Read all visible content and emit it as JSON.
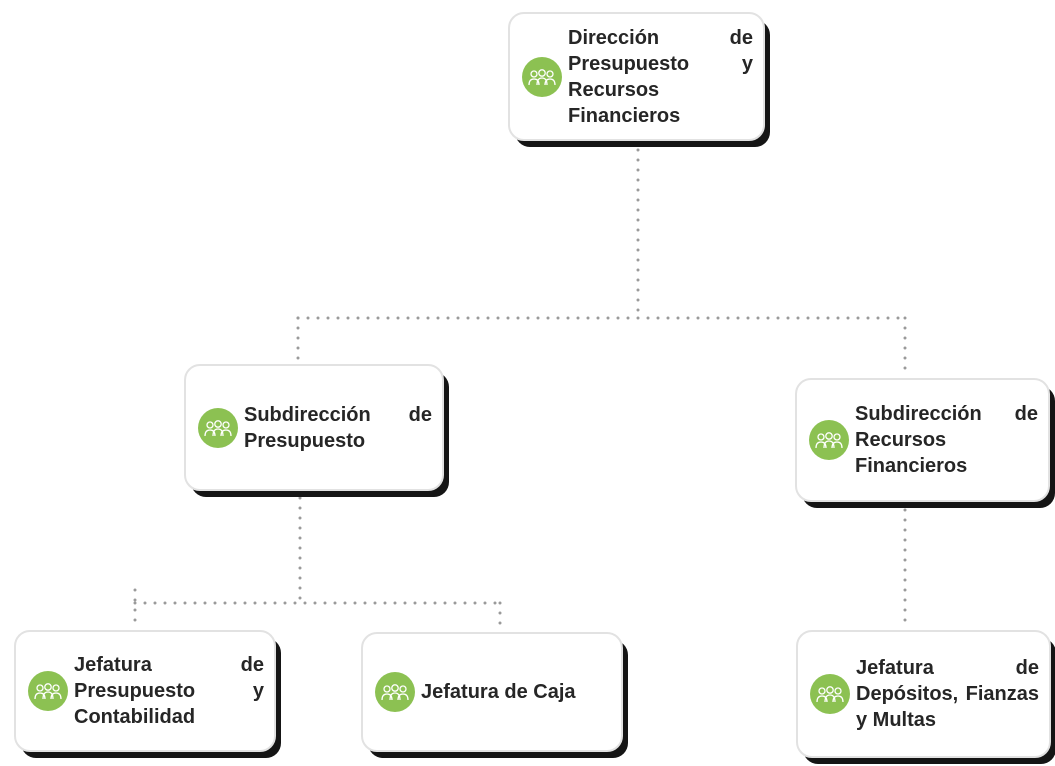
{
  "org_chart": {
    "root": {
      "label": "Dirección de Presupuesto y Recursos Financieros",
      "icon": "people-group-icon"
    },
    "subdirections": [
      {
        "label": "Subdirección de Presupuesto",
        "icon": "people-group-icon",
        "children": [
          {
            "label": "Jefatura de Presupuesto y Contabilidad",
            "icon": "people-group-icon"
          },
          {
            "label": "Jefatura de Caja",
            "icon": "people-group-icon"
          }
        ]
      },
      {
        "label": "Subdirección de Recursos Financieros",
        "icon": "people-group-icon",
        "children": [
          {
            "label": "Jefatura de Depósitos, Fianzas y Multas",
            "icon": "people-group-icon"
          }
        ]
      }
    ]
  },
  "colors": {
    "icon_background": "#8cc152",
    "card_border": "#e2e2e2",
    "card_shadow": "#151515",
    "connector": "#9a9a9a",
    "text": "#262626"
  }
}
